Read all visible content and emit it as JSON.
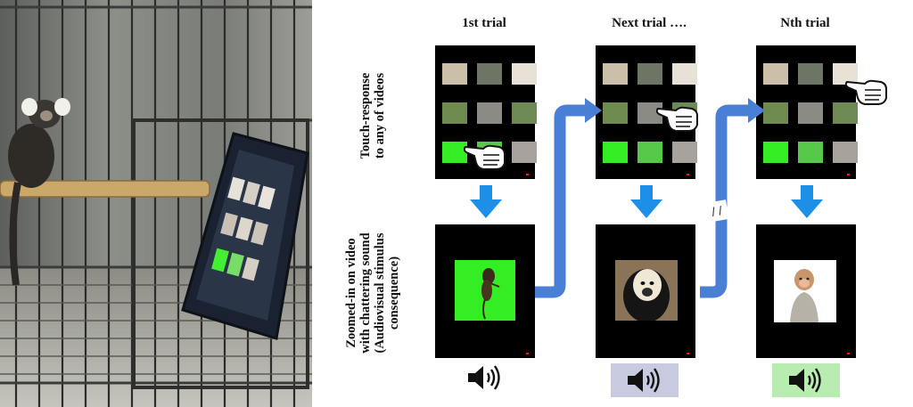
{
  "headers": {
    "col1": "1st trial",
    "col2": "Next trial ….",
    "col3": "Nth trial"
  },
  "side_labels": {
    "top": [
      "Touch-response",
      "to any of videos"
    ],
    "bottom": [
      "Zoomed-in on video",
      "with chattering sound",
      "(Audiovisual stimulus",
      "consequence)"
    ]
  },
  "break_mark": "/ /",
  "colors": {
    "arrow_blue": "#1e8fe6",
    "connector_blue": "#4a7fd6",
    "screen_black": "#000000",
    "highlight_green": "#33ee22",
    "sound_box_gray": "#c8cbe0",
    "sound_box_green": "#b8ecb0"
  },
  "icons": {
    "hand": "pointing-hand-icon",
    "speaker": "speaker-icon"
  }
}
